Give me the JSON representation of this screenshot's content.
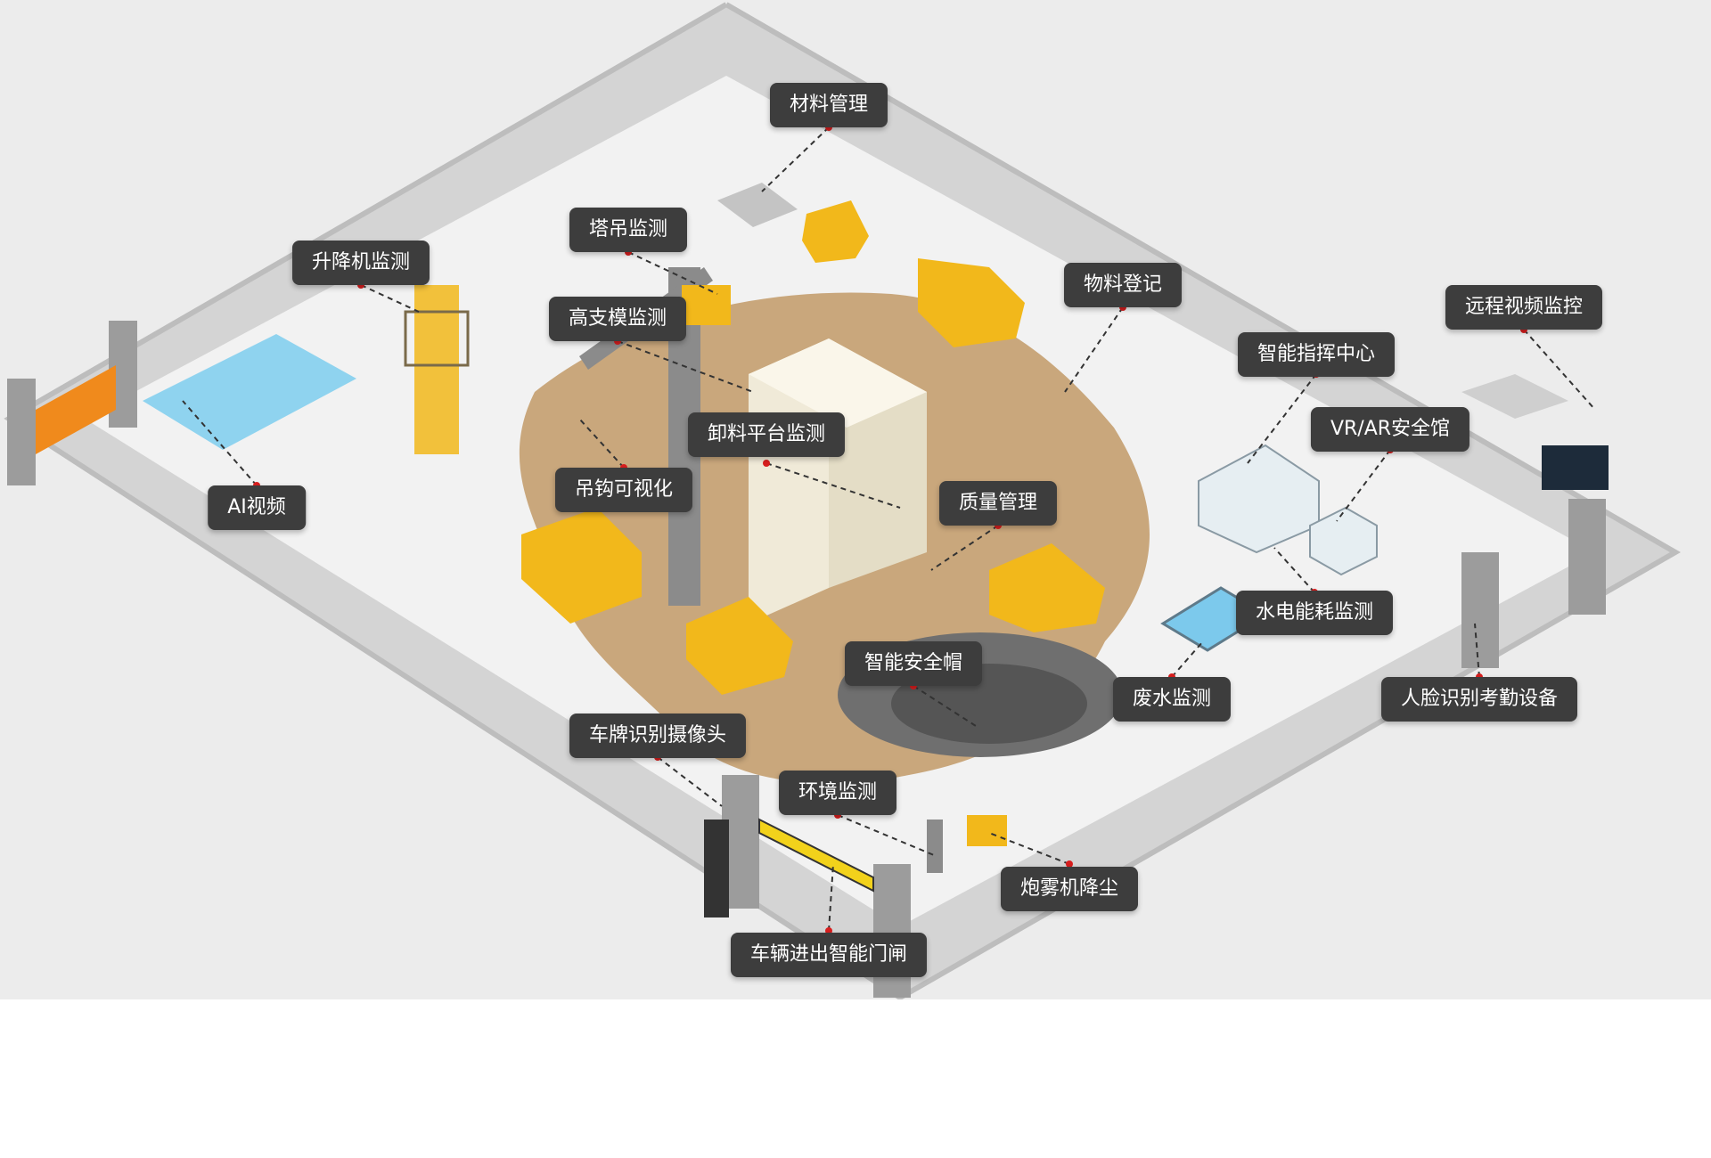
{
  "labels": [
    {
      "id": "material-management",
      "text": "材料管理"
    },
    {
      "id": "tower-crane-monitoring",
      "text": "塔吊监测"
    },
    {
      "id": "hoist-monitoring",
      "text": "升降机监测"
    },
    {
      "id": "high-formwork-monitoring",
      "text": "高支模监测"
    },
    {
      "id": "material-registration",
      "text": "物料登记"
    },
    {
      "id": "remote-video-monitoring",
      "text": "远程视频监控"
    },
    {
      "id": "smart-command-center",
      "text": "智能指挥中心"
    },
    {
      "id": "vr-ar-safety-hall",
      "text": "VR/AR安全馆"
    },
    {
      "id": "unloading-platform-monitoring",
      "text": "卸料平台监测"
    },
    {
      "id": "hook-visualization",
      "text": "吊钩可视化"
    },
    {
      "id": "ai-video",
      "text": "AI视频"
    },
    {
      "id": "quality-management",
      "text": "质量管理"
    },
    {
      "id": "water-power-consumption",
      "text": "水电能耗监测"
    },
    {
      "id": "smart-helmet",
      "text": "智能安全帽"
    },
    {
      "id": "wastewater-monitoring",
      "text": "废水监测"
    },
    {
      "id": "face-recognition-attendance",
      "text": "人脸识别考勤设备"
    },
    {
      "id": "license-plate-camera",
      "text": "车牌识别摄像头"
    },
    {
      "id": "environment-monitoring",
      "text": "环境监测"
    },
    {
      "id": "fog-cannon-dust",
      "text": "炮雾机降尘"
    },
    {
      "id": "vehicle-gate",
      "text": "车辆进出智能门闸"
    }
  ],
  "colors": {
    "background": "#ececec",
    "wall": "#c9c9c9",
    "dirt": "#c9a77c",
    "machinery_yellow": "#f2b81b",
    "label_bg": "#3d3d3d",
    "label_text": "#ffffff",
    "connector_dot": "#d81e1e",
    "zone_blue": "#8fd3ef"
  }
}
